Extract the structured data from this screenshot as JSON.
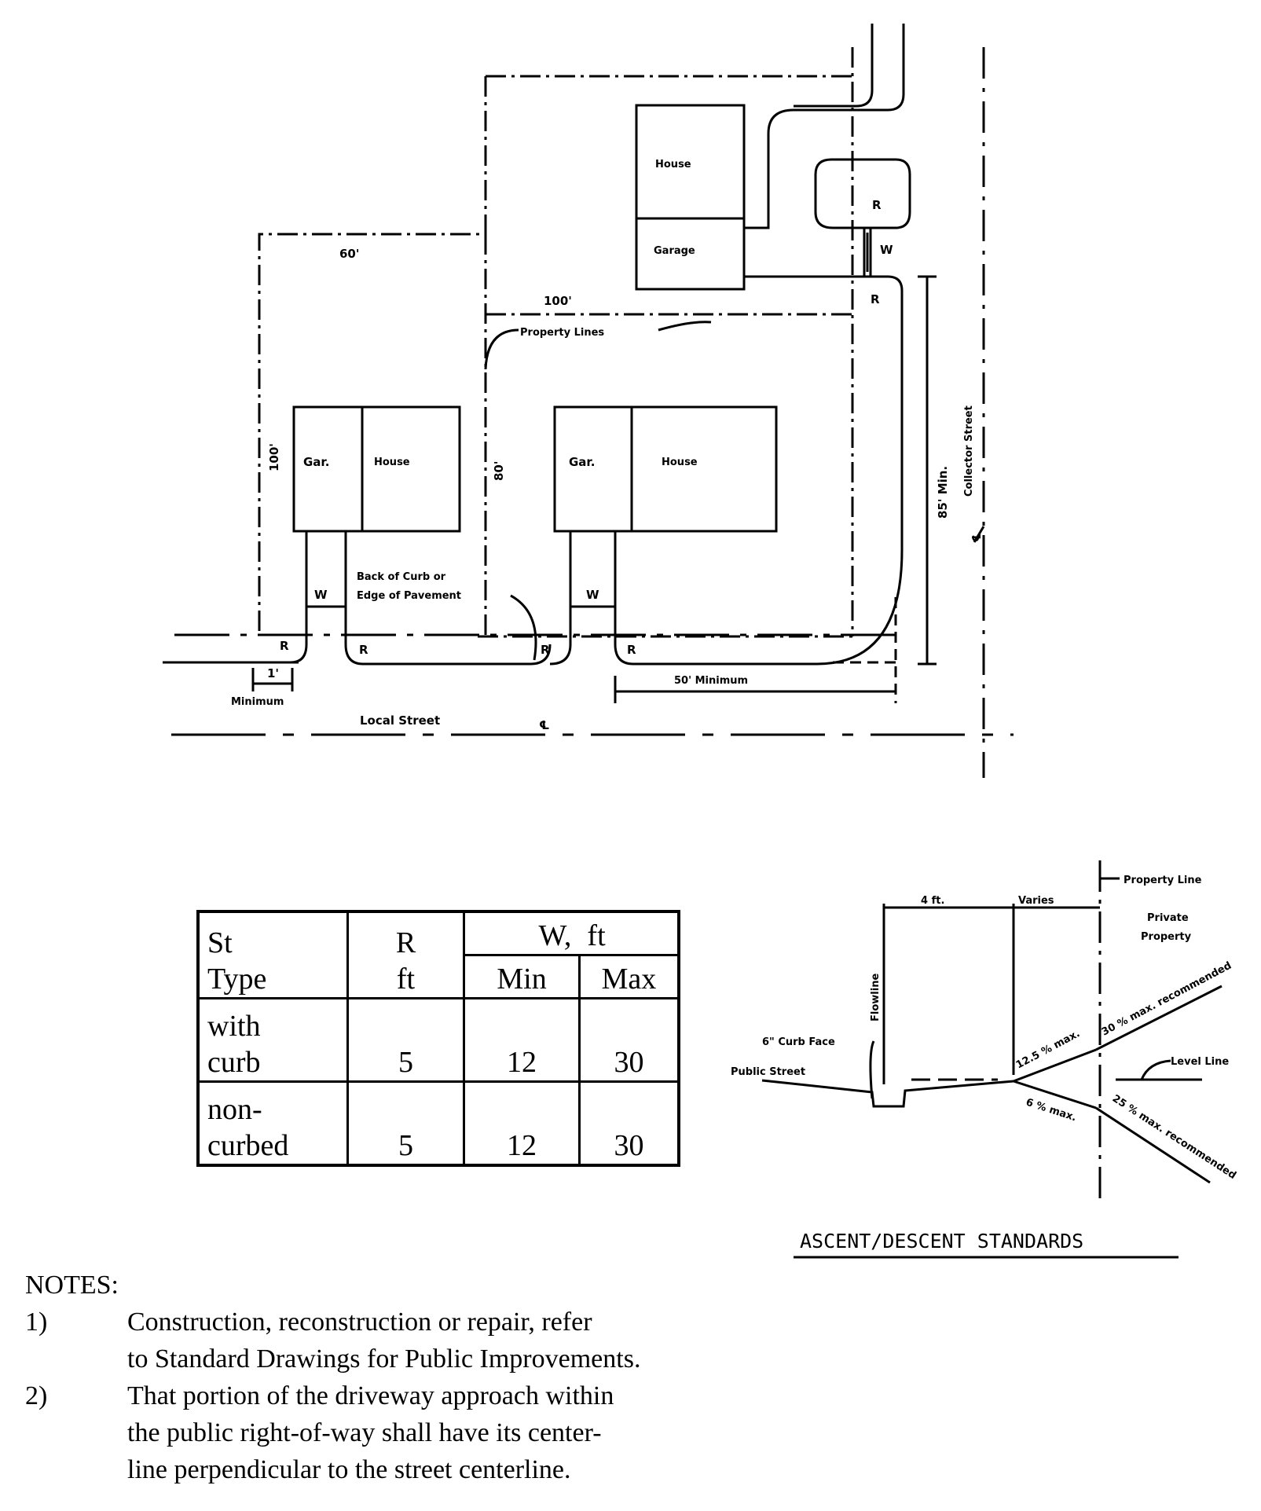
{
  "plan": {
    "dim_60": "60'",
    "dim_100_top": "100'",
    "dim_100_left": "100'",
    "dim_80": "80'",
    "dim_85": "85' Min.",
    "dim_50": "50' Minimum",
    "dim_1": "1'",
    "min_label": "Minimum",
    "property_lines": "Property Lines",
    "back_of_curb_1": "Back of Curb or",
    "back_of_curb_2": "Edge of Pavement",
    "house": "House",
    "garage": "Garage",
    "gar": "Gar.",
    "r": "R",
    "w": "W",
    "local_street": "Local Street",
    "centerline": "℄",
    "collector_street": "Collector Street"
  },
  "table": {
    "header": {
      "st_type_1": "St",
      "st_type_2": "Type",
      "r_1": "R",
      "r_2": "ft",
      "w_1": "W,",
      "w_2": "ft",
      "min": "Min",
      "max": "Max"
    },
    "rows": [
      {
        "type_1": "with",
        "type_2": "curb",
        "r": "5",
        "min": "12",
        "max": "30"
      },
      {
        "type_1": "non-",
        "type_2": "curbed",
        "r": "5",
        "min": "12",
        "max": "30"
      }
    ]
  },
  "ascent": {
    "four_ft": "4 ft.",
    "varies": "Varies",
    "property_line": "Property Line",
    "private_1": "Private",
    "private_2": "Property",
    "flowline": "Flowline",
    "curb_face": "6\" Curb Face",
    "public_street": "Public Street",
    "level_line": "Level Line",
    "slope_125": "12.5 % max.",
    "slope_30": "30 % max. recommended",
    "slope_6": "6 % max.",
    "slope_25": "25 % max. recommended",
    "caption": "ASCENT/DESCENT STANDARDS"
  },
  "notes": {
    "title": "NOTES:",
    "items": [
      {
        "num": "1)",
        "line_1": "Construction, reconstruction or repair, refer",
        "line_2": "to Standard Drawings for Public Improvements."
      },
      {
        "num": "2)",
        "line_1": "That portion of the driveway approach within",
        "line_2": "the public right-of-way shall have its center-",
        "line_3": "line perpendicular to the street centerline."
      }
    ]
  }
}
